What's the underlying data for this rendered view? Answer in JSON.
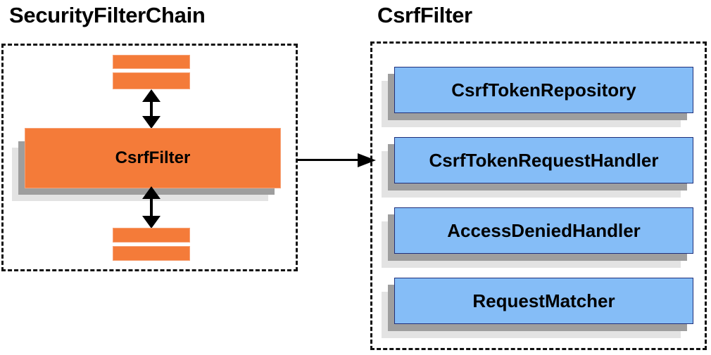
{
  "diagram": {
    "left_panel": {
      "title": "SecurityFilterChain",
      "main_card": {
        "label": "CsrfFilter"
      },
      "filler_bars": [
        {
          "name": "filter-bar-top-1"
        },
        {
          "name": "filter-bar-top-2"
        },
        {
          "name": "filter-bar-bottom-1"
        },
        {
          "name": "filter-bar-bottom-2"
        }
      ],
      "arrows": [
        {
          "name": "bidirectional-arrow-top",
          "direction": "both"
        },
        {
          "name": "bidirectional-arrow-bottom",
          "direction": "both"
        }
      ]
    },
    "connector": {
      "name": "csrffilter-to-collaborators-arrow",
      "direction": "right"
    },
    "right_panel": {
      "title": "CsrfFilter",
      "components": [
        {
          "label": "CsrfTokenRepository"
        },
        {
          "label": "CsrfTokenRequestHandler"
        },
        {
          "label": "AccessDeniedHandler"
        },
        {
          "label": "RequestMatcher"
        }
      ]
    },
    "colors": {
      "orange_fill": "#f47b39",
      "orange_border": "#f7a276",
      "blue_fill": "#85bdf7",
      "blue_border": "#1f2f7a",
      "shadow_mid": "#9e9e9e",
      "shadow_back": "#e3e3e3",
      "outline": "#111111",
      "text": "#000000",
      "background": "#ffffff"
    }
  }
}
